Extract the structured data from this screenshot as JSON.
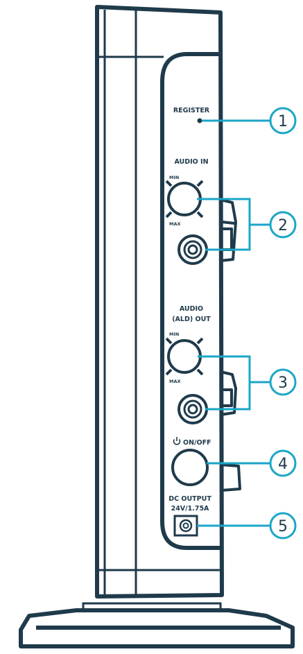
{
  "panel": {
    "register_label": "REGISTER",
    "audio_in_label": "AUDIO IN",
    "audio_out_label_line1": "AUDIO",
    "audio_out_label_line2": "(ALD) OUT",
    "min_label": "MIN",
    "max_label": "MAX",
    "power_label": "ON/OFF",
    "power_icon": "power-icon",
    "dc_label_line1": "DC OUTPUT",
    "dc_label_line2": "24V/1.75A"
  },
  "callouts": [
    {
      "number": "1"
    },
    {
      "number": "2"
    },
    {
      "number": "3"
    },
    {
      "number": "4"
    },
    {
      "number": "5"
    }
  ],
  "colors": {
    "outline": "#1f3a4b",
    "callout": "#1aa6c7",
    "background": "#ffffff"
  }
}
